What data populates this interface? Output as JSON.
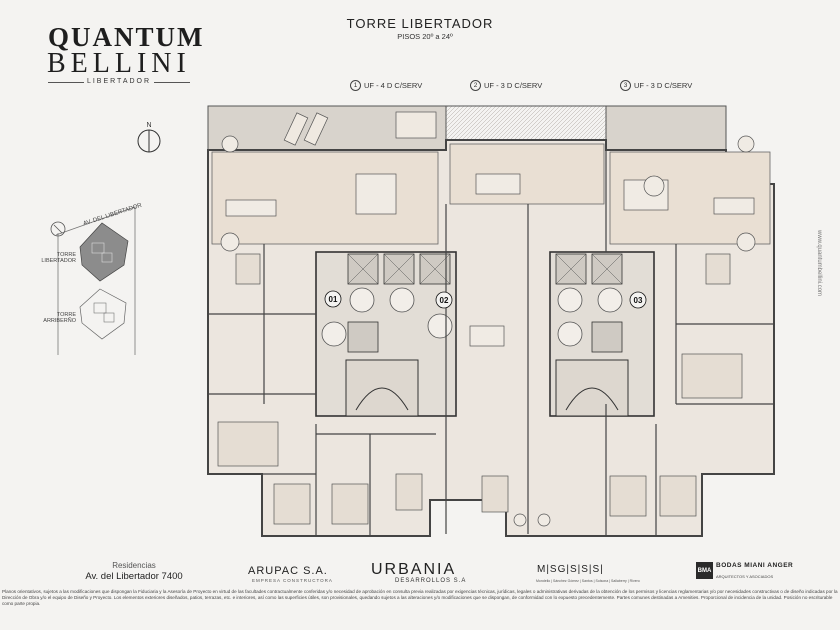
{
  "brand": {
    "line1": "QUANTUM",
    "line2": "BELLINI",
    "line3": "LIBERTADOR"
  },
  "header": {
    "title": "TORRE  LIBERTADOR",
    "subtitle": "PISOS  20º a 24º"
  },
  "units": [
    {
      "num": "1",
      "label": "UF - 4 D C/SERV"
    },
    {
      "num": "2",
      "label": "UF - 3 D C/SERV"
    },
    {
      "num": "3",
      "label": "UF - 3 D C/SERV"
    }
  ],
  "plan_tags": [
    "01",
    "02",
    "03"
  ],
  "compass_label": "N",
  "site": {
    "road": "AV. DEL LIBERTADOR",
    "tower_1": "TORRE LIBERTADOR",
    "tower_2": "TORRE ARRIBERÑO"
  },
  "footer": {
    "residences_label": "Residencias",
    "address": "Av. del Libertador  7400",
    "arupac": "ARUPAC S.A.",
    "arupac_sub": "EMPRESA CONSTRUCTORA",
    "urbania": "URBANIA",
    "urbania_sub": "DESARROLLOS S.A",
    "msg": "M|SG|S|S|S|",
    "msg_sub": "Mondello | Sánchez Gómez | Santos | Solsona | Sallaberry | Rivero",
    "bma_logo": "BMA",
    "bma_name": "BODAS MIANI ANGER",
    "bma_sub": "ARQUITECTOS Y ASOCIADOS",
    "disclaimer": "Planos orientativos, sujetos a las modificaciones que dispongan la Fiduciaria y la Asesoría de Proyecto en virtud de las facultades contractualmente conferidas y/o necesidad de aprobación en consulta previa realizadas por exigencias técnicas, jurídicas, legales o administrativas derivadas de la obtención de los permisos y licencias reglamentarias y/o por necesidades constructivas o de diseño indicadas por la Dirección de Obra y/o el equipo de Diseño y Proyecto. Los elementos exteriores diseñados, patios, terrazas, etc. e interiores, así como las superficies útiles, son provisionales, quedando sujetos a las alteraciones y/o modificaciones que se dispongan, de conformidad con lo expuesto precedentemente. Partes comunes destinadas a Amenities. Proporcional de incidencia de la unidad. Posición no escriturable como parte propia."
  },
  "side_url": "www.quantumbellini.com"
}
